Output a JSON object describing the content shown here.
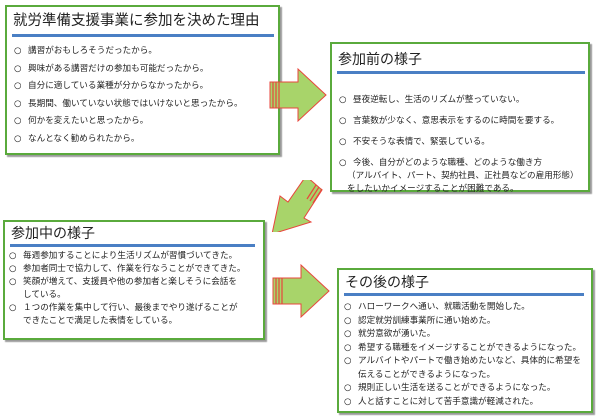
{
  "boxes": {
    "reason": {
      "title": "就労準備支援事業に参加を決めた理由",
      "items": [
        "講習がおもしろそうだったから。",
        "興味がある講習だけの参加も可能だったから。",
        "自分に適している業種が分からなかったから。",
        "長期間、働いていない状態ではいけないと思ったから。",
        "何かを変えたいと思ったから。",
        "なんとなく勧められたから。"
      ]
    },
    "before": {
      "title": "参加前の様子",
      "items": [
        "昼夜逆転し、生活のリズムが整っていない。",
        "言葉数が少なく、意思表示をするのに時間を要する。",
        "不安そうな表情で、緊張している。",
        "今後、自分がどのような職種、どのような働き方",
        "（アルバイト、パート、契約社員、正社員などの雇用形態）",
        "をしたいかイメージすることが困難である。"
      ]
    },
    "during": {
      "title": "参加中の様子",
      "items": [
        "毎週参加することにより生活リズムが習慣づいてきた。",
        "参加者同士で協力して、作業を行なうことができてきた。",
        "笑顔が増えて、支援員や他の参加者と楽しそうに会話を",
        "している。",
        "１つの作業を集中して行い、最後までやり遂げることが",
        "できたことで満足した表情をしている。"
      ]
    },
    "after": {
      "title": "その後の様子",
      "items": [
        "ハローワークへ通い、就職活動を開始した。",
        "認定就労訓練事業所に通い始めた。",
        "就労意欲が湧いた。",
        "希望する職種をイメージすることができるようになった。",
        "アルバイトやパートで働き始めたいなど、具体的に希望を",
        "伝えることができるようになった。",
        "規則正しい生活を送ることができるようになった。",
        "人と話すことに対して苦手意識が軽減された。"
      ]
    }
  },
  "colors": {
    "border": "#5aaa3c",
    "underline": "#4a7fc4",
    "arrow_fill": "#a8d46a",
    "arrow_stripe": "#e8463c"
  }
}
